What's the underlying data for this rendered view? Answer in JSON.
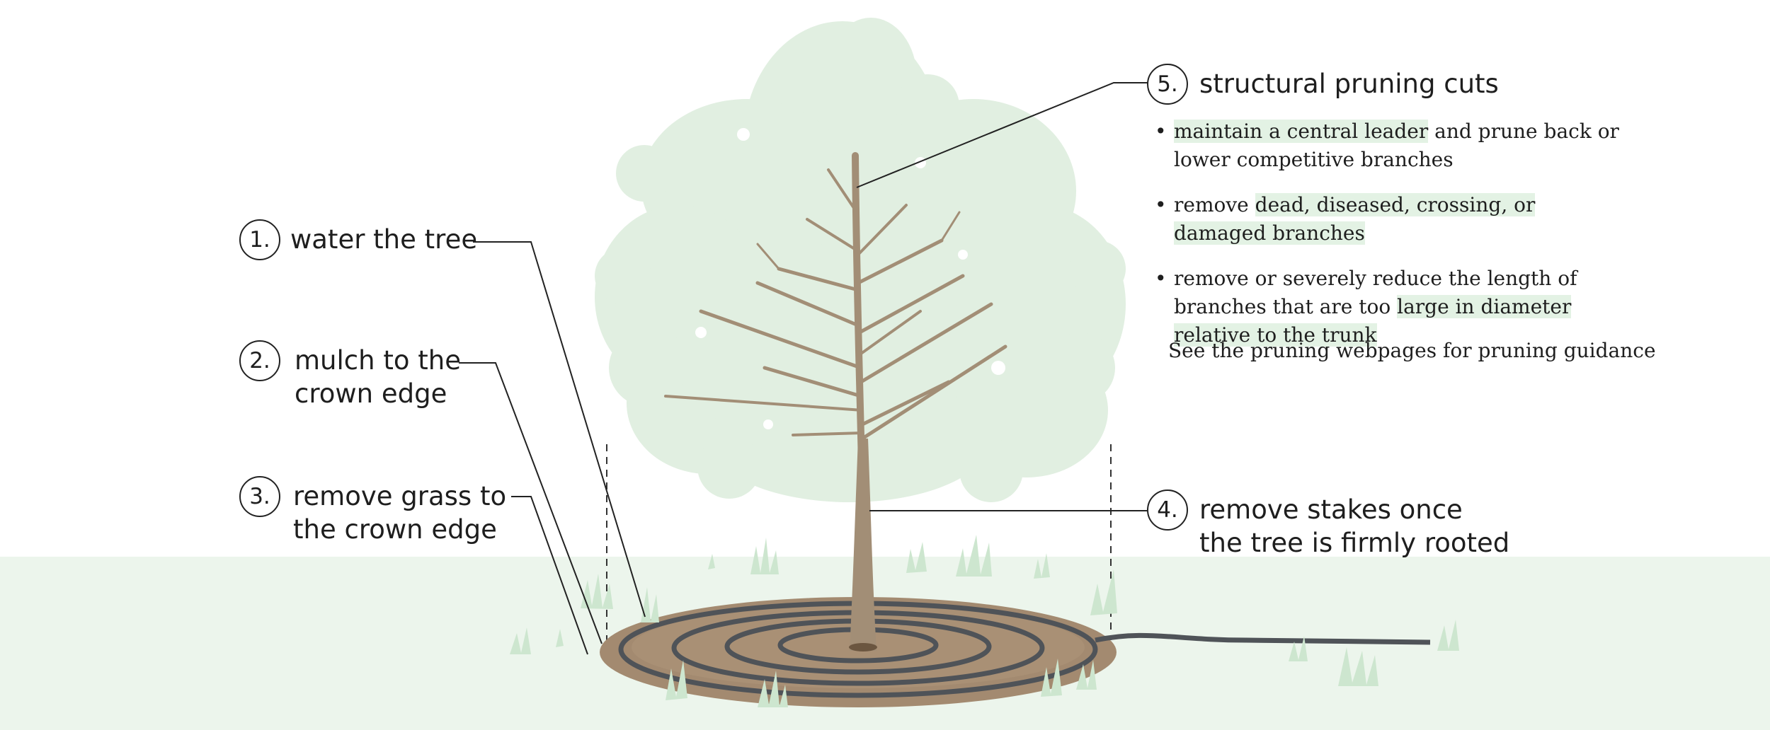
{
  "steps": [
    {
      "number": "1.",
      "lines": [
        "water the tree"
      ]
    },
    {
      "number": "2.",
      "lines": [
        "mulch to the",
        "crown edge"
      ]
    },
    {
      "number": "3.",
      "lines": [
        "remove grass to",
        "the crown edge"
      ]
    },
    {
      "number": "4.",
      "lines": [
        "remove stakes once",
        "the tree is firmly rooted"
      ]
    },
    {
      "number": "5.",
      "lines": [
        "structural pruning cuts"
      ]
    }
  ],
  "pruning_tips": [
    {
      "pre": "",
      "highlight": "maintain a central leader",
      "post": " and prune back or lower competitive branches"
    },
    {
      "pre": "remove ",
      "highlight": "dead, diseased, crossing, or damaged branches",
      "post": ""
    },
    {
      "pre": "remove or severely reduce the length of branches that are too ",
      "highlight": "large in diameter relative to the trunk",
      "post": ""
    }
  ],
  "guidance_note": "See the pruning webpages for pruning guidance",
  "colors": {
    "ground": "#ecf5ec",
    "canopy": "#e1efe1",
    "grass": "#cde6cf",
    "trunk": "#a28e76",
    "mulch": "#a38a70",
    "hose": "#4f5358",
    "line": "#222222",
    "highlight": "#e3f2e4"
  }
}
